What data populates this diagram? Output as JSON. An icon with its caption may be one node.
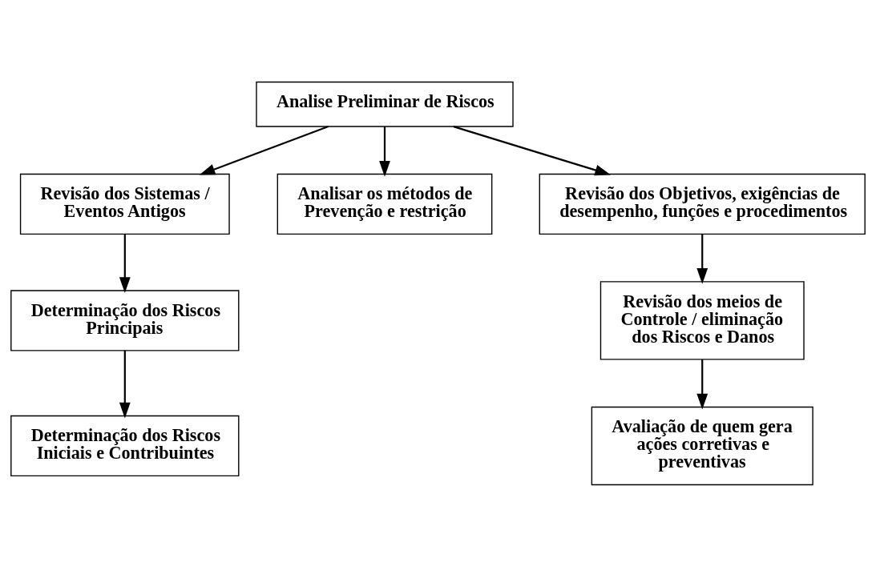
{
  "diagram": {
    "nodes": [
      {
        "text": [
          "Analise Preliminar de Riscos"
        ]
      },
      {
        "text": [
          "Revisão dos Sistemas / Eventos Antigos"
        ]
      },
      {
        "text": [
          "Analisar os métodos de Prevenção e restrição"
        ]
      },
      {
        "text": [
          "Revisão dos Objetivos, exigências de desempenho, funções e procedimentos"
        ]
      },
      {
        "text": [
          "Determinação dos Riscos Principais"
        ]
      },
      {
        "text": [
          "Revisão dos meios de Controle / eliminação dos Riscos e Danos"
        ]
      },
      {
        "text": [
          "Determinação dos Riscos Iniciais e Contribuintes"
        ]
      },
      {
        "text": [
          "Avaliação de quem gera ações corretivas e preventivas"
        ]
      }
    ],
    "edges": [
      {
        "from": 0,
        "to": 1,
        "arrow": "to"
      },
      {
        "from": 0,
        "to": 2,
        "arrow": "to"
      },
      {
        "from": 0,
        "to": 3,
        "arrow": "to"
      },
      {
        "from": 1,
        "to": 4,
        "arrow": "to"
      },
      {
        "from": 3,
        "to": 5,
        "arrow": "to"
      },
      {
        "from": 4,
        "to": 6,
        "arrow": "to"
      },
      {
        "from": 5,
        "to": 7,
        "arrow": "to"
      }
    ]
  }
}
